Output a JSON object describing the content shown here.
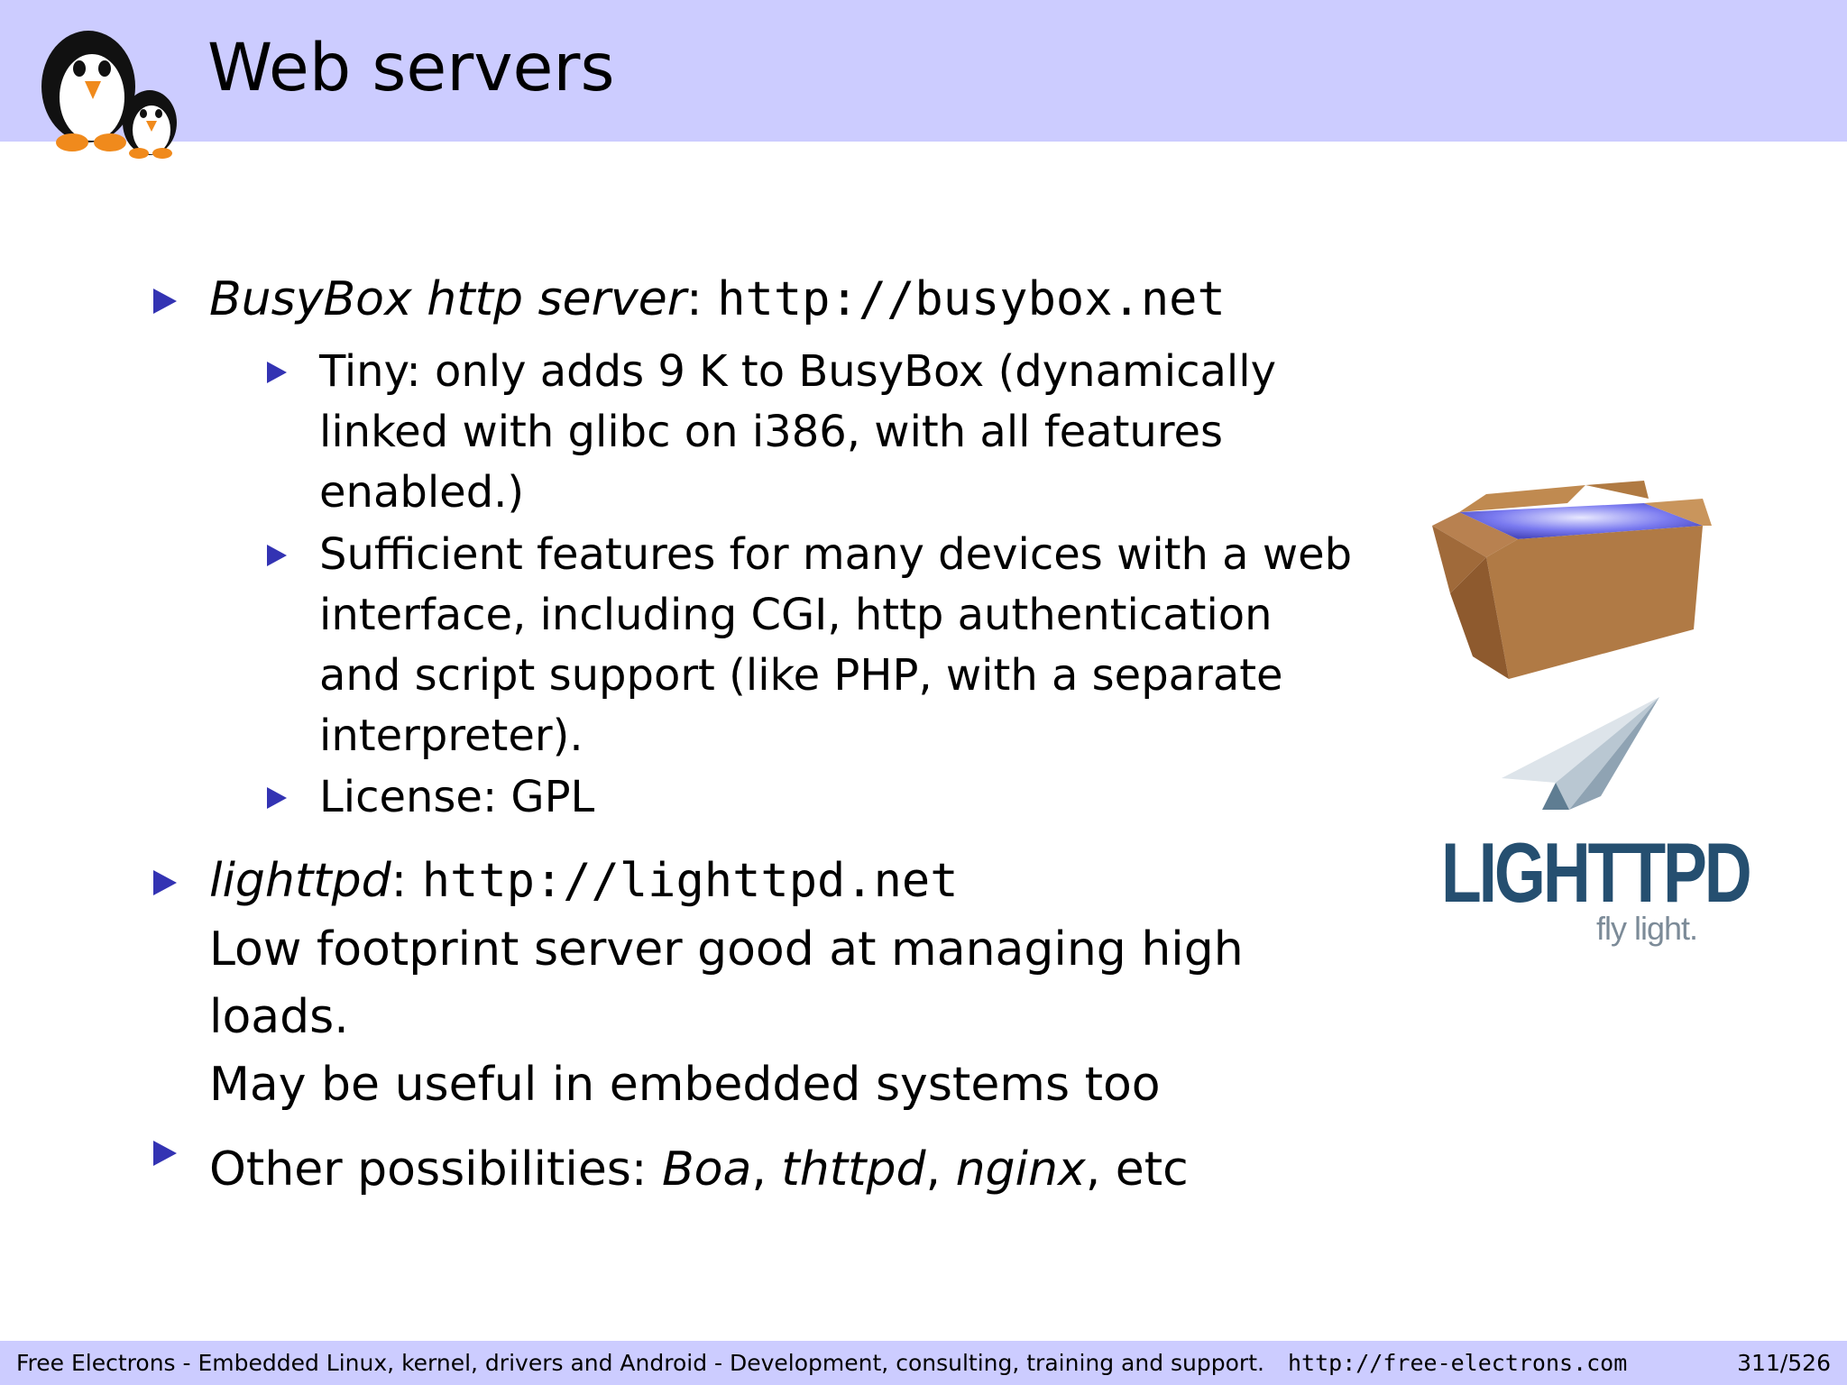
{
  "header": {
    "title": "Web servers"
  },
  "content": {
    "b1": {
      "name": "BusyBox http server",
      "sep": ": ",
      "url": "http://busybox.net",
      "subs": [
        {
          "lines": [
            "Tiny: only adds 9 K to BusyBox (dynamically",
            "linked with glibc on i386, with all features",
            "enabled.)"
          ]
        },
        {
          "lines": [
            "Sufficient features for many devices with a web",
            "interface, including CGI, http authentication",
            "and script support (like PHP, with a separate",
            "interpreter)."
          ]
        },
        {
          "lines": [
            "License: GPL"
          ]
        }
      ]
    },
    "b2": {
      "name": "lighttpd",
      "sep": ": ",
      "url": "http://lighttpd.net",
      "lines": [
        "Low footprint server good at managing high",
        "loads.",
        "May be useful in embedded systems too"
      ]
    },
    "b3": {
      "prefix": "Other possibilities: ",
      "boa": "Boa",
      "c1": ", ",
      "thttpd": "thttpd",
      "c2": ", ",
      "nginx": "nginx",
      "suffix": ", etc"
    }
  },
  "logo": {
    "lighttpd_main": "LIGHTTPD",
    "lighttpd_tag": "fly light."
  },
  "footer": {
    "text": "Free Electrons - Embedded Linux, kernel, drivers and Android - Development, consulting, training and support.",
    "url": "http://free-electrons.com",
    "page": "311/526"
  },
  "colors": {
    "header_bg": "#ccccff",
    "bullet": "#3333b3"
  }
}
